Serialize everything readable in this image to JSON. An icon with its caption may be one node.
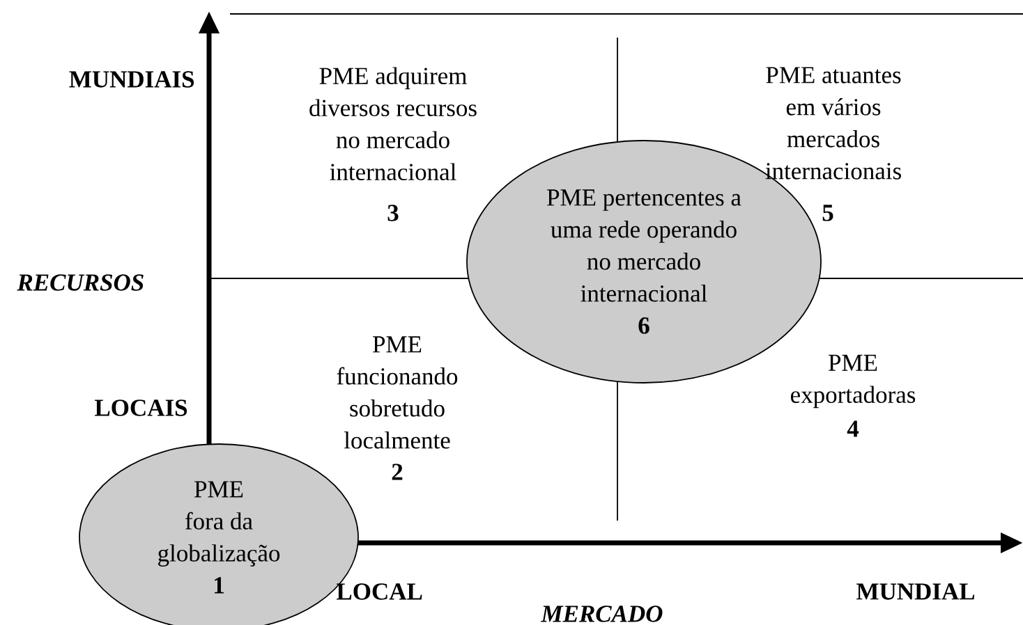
{
  "diagram": {
    "nodes": [
      {
        "text": [
          "PME pertencentes a uma rede operando no mercado internacional",
          "6"
        ]
      },
      {
        "text": [
          "PME fora da globalização",
          "1"
        ]
      }
    ],
    "labels": [
      "MUNDIAIS",
      "PME adquirem diversos recursos no mercado internacional",
      "3",
      "PME atuantes em vários mercados internacionais",
      "5",
      "RECURSOS",
      "PME funcionando sobretudo localmente",
      "2",
      "PME exportadoras",
      "4",
      "LOCAIS",
      "LOCAL",
      "MUNDIAL",
      "MERCADO"
    ]
  }
}
